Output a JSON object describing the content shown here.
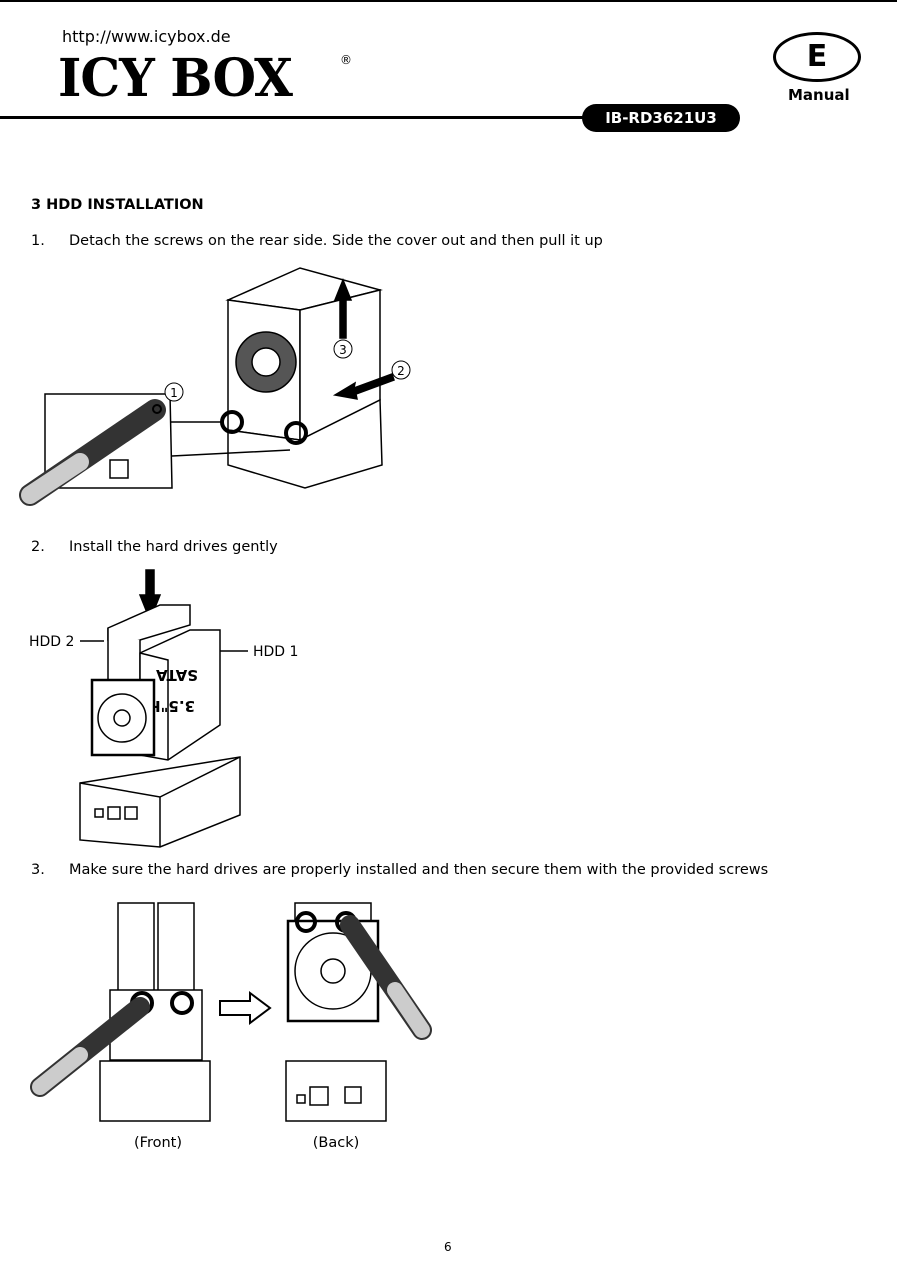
{
  "header": {
    "url": "http://www.icybox.de",
    "brand": "ICY BOX",
    "registered": "®",
    "model": "IB-RD3621U3",
    "language_badge": "E",
    "manual_label": "Manual"
  },
  "section": {
    "title": "3 HDD INSTALLATION"
  },
  "steps": [
    {
      "number": "1.",
      "text": "Detach the screws on the rear side. Side the cover out and then pull it up"
    },
    {
      "number": "2.",
      "text": "Install the hard drives gently"
    },
    {
      "number": "3.",
      "text": "Make sure the hard drives are properly installed and then secure them with the provided screws"
    }
  ],
  "figure1": {
    "callouts": [
      "1",
      "2",
      "3"
    ]
  },
  "figure2": {
    "label_hdd2": "HDD 2",
    "label_hdd1": "HDD 1",
    "drive_text_1": "3.5\"HDD",
    "drive_text_2": "SATA"
  },
  "figure3": {
    "front_label": "(Front)",
    "back_label": "(Back)"
  },
  "footer": {
    "page_number": "6"
  }
}
